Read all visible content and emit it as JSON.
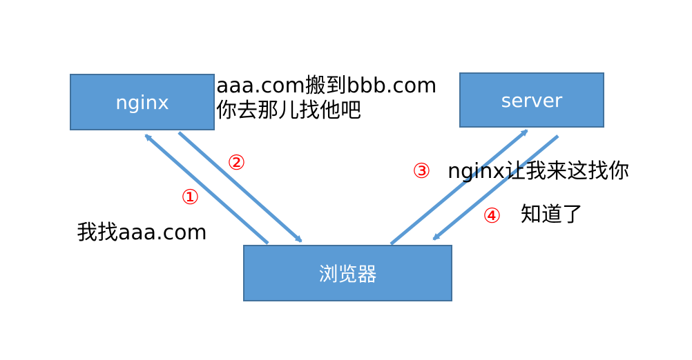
{
  "nodes": {
    "nginx": "nginx",
    "server": "server",
    "browser": "浏览器"
  },
  "steps": {
    "s1": "①",
    "s2": "②",
    "s3": "③",
    "s4": "④"
  },
  "labels": {
    "request": "我找aaa.com",
    "redirect_line1": "aaa.com搬到bbb.com",
    "redirect_line2": "你去那儿找他吧",
    "to_server": "nginx让我来这找你",
    "reply": "知道了"
  },
  "colors": {
    "box_fill": "#5b9bd5",
    "box_border": "#41719c",
    "arrow": "#5b9bd5",
    "step": "#ff0000",
    "text": "#000000"
  }
}
